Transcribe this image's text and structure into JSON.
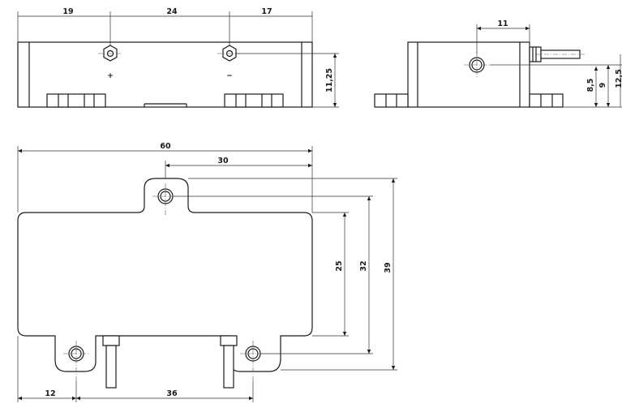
{
  "drawing": {
    "front_view": {
      "dims": {
        "left": "19",
        "middle": "24",
        "right": "17",
        "height": "11,25"
      },
      "terminals": {
        "plus": "+",
        "minus": "−"
      }
    },
    "side_view": {
      "dims": {
        "offset": "11",
        "h1": "8,5",
        "h2": "9",
        "h3": "12,5"
      }
    },
    "top_view": {
      "dims": {
        "width": "60",
        "tab_offset": "30",
        "h25": "25",
        "h32": "32",
        "h39": "39",
        "bottom_left": "12",
        "bottom_span": "36"
      }
    }
  }
}
